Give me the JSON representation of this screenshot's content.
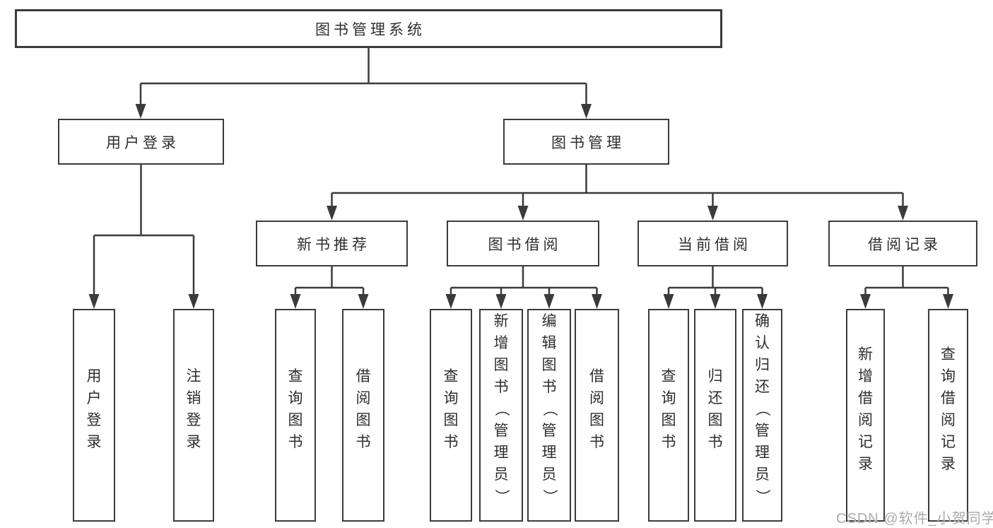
{
  "tree": {
    "label": "图书管理系统",
    "children": [
      {
        "label": "用户登录",
        "children": [
          {
            "label": "用户登录"
          },
          {
            "label": "注销登录"
          }
        ]
      },
      {
        "label": "图书管理",
        "children": [
          {
            "label": "新书推荐",
            "children": [
              {
                "label": "查询图书"
              },
              {
                "label": "借阅图书"
              }
            ]
          },
          {
            "label": "图书借阅",
            "children": [
              {
                "label": "查询图书"
              },
              {
                "label": "新增图书（管理员）"
              },
              {
                "label": "编辑图书（管理员）"
              },
              {
                "label": "借阅图书"
              }
            ]
          },
          {
            "label": "当前借阅",
            "children": [
              {
                "label": "查询图书"
              },
              {
                "label": "归还图书"
              },
              {
                "label": "确认归还（管理员）"
              }
            ]
          },
          {
            "label": "借阅记录",
            "children": [
              {
                "label": "新增借阅记录"
              },
              {
                "label": "查询借阅记录"
              }
            ]
          }
        ]
      }
    ]
  },
  "watermark": "CSDN @软件_小贺同学",
  "colors": {
    "line": "#3b3b3b",
    "text": "#2e2e2e",
    "box_background": "#ffffff",
    "watermark": "#ababab",
    "background": "#ffffff"
  }
}
